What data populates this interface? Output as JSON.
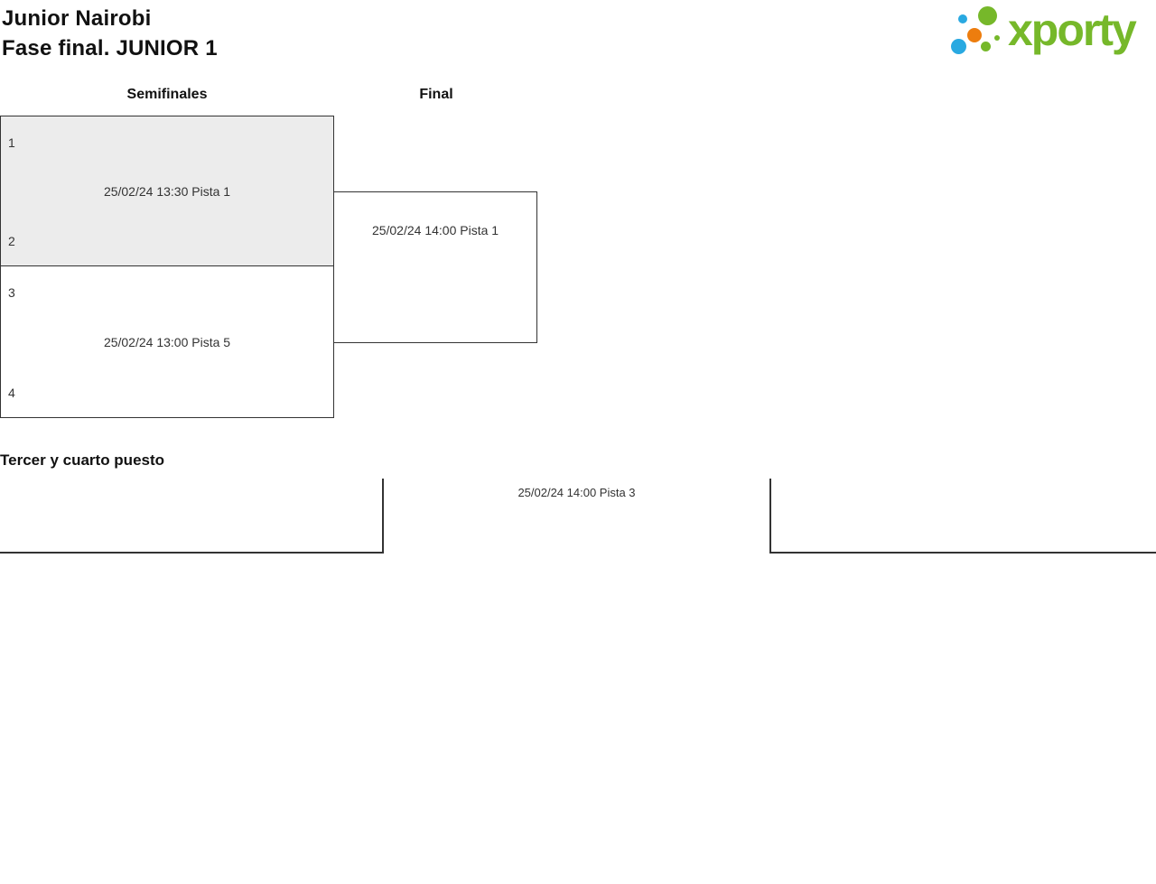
{
  "colors": {
    "brand-green": "#76b82a",
    "brand-blue": "#29a9e1",
    "brand-orange": "#ed7d0e",
    "box-border": "#333333",
    "box-fill-highlight": "#ececec",
    "text-dark": "#111111",
    "text-muted": "#333333"
  },
  "header": {
    "title": "Junior Nairobi",
    "subtitle": "Fase final. JUNIOR 1"
  },
  "logo": {
    "text": "xporty"
  },
  "bracket": {
    "round_labels": [
      "Semifinales",
      "Final"
    ],
    "semifinals": [
      {
        "seed_top": "1",
        "seed_bottom": "2",
        "info": "25/02/24 13:30 Pista 1",
        "highlighted": true
      },
      {
        "seed_top": "3",
        "seed_bottom": "4",
        "info": "25/02/24 13:00 Pista 5",
        "highlighted": false
      }
    ],
    "final": {
      "info": "25/02/24 14:00 Pista 1"
    }
  },
  "third_place": {
    "title": "Tercer y cuarto puesto",
    "info": "25/02/24 14:00 Pista 3"
  }
}
